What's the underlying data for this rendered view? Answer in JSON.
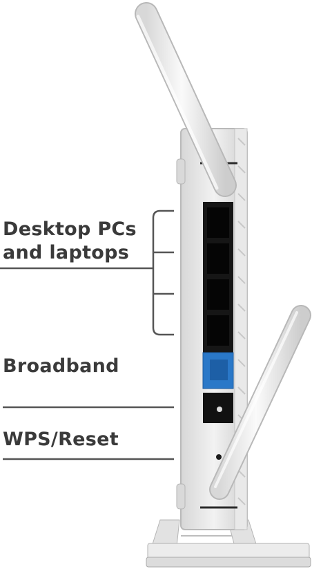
{
  "labels": {
    "desktop": "Desktop PCs\nand laptops",
    "broadband": "Broadband",
    "wps_reset": "WPS/Reset"
  },
  "colors": {
    "leader_line": "#555555",
    "router_body": "#e6e6e6",
    "router_edge": "#bdbdbd",
    "port_panel": "#161616",
    "broadband_port": "#2a78c8",
    "antenna": "#ececec"
  }
}
